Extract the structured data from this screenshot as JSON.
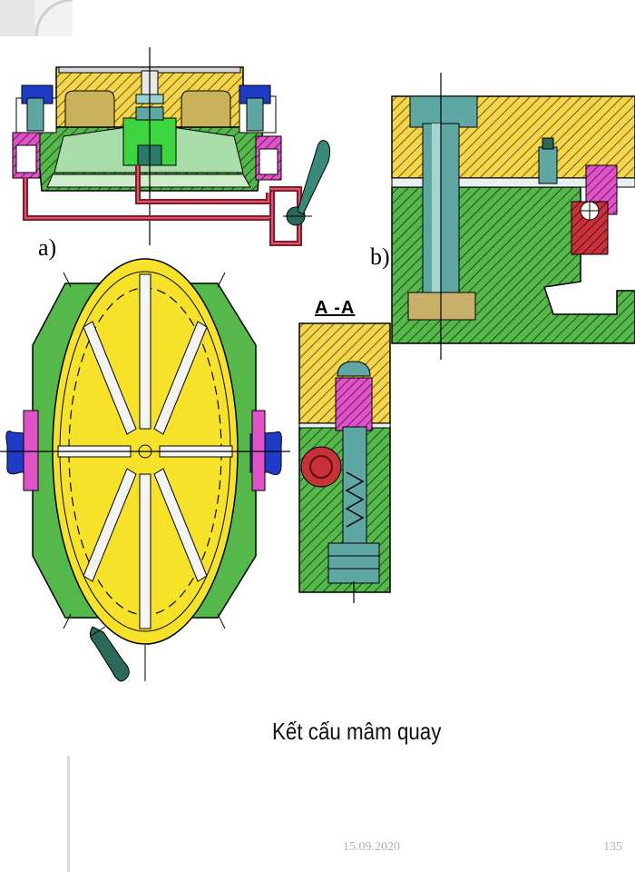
{
  "figure": {
    "label_a": "a)",
    "label_b": "b)",
    "section_label": "A -A",
    "caption": "Kết cấu mâm quay"
  },
  "footer": {
    "date": "15.09.2020",
    "page_number": "135"
  },
  "colors": {
    "hatch_yellow": "#f5d64a",
    "body_green": "#55b84a",
    "table_yellow": "#f7e22a",
    "shaft_teal": "#5fa7a3",
    "pink": "#e052c8",
    "blue": "#1f3cc8",
    "red": "#c8303a",
    "pipe_red": "#b8243a"
  }
}
